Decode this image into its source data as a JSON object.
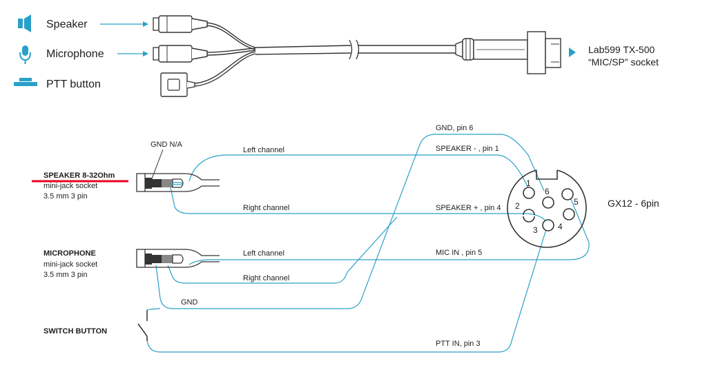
{
  "legend": {
    "speaker": "Speaker",
    "microphone": "Microphone",
    "ptt": "PTT button",
    "icons": [
      "speaker-icon",
      "microphone-icon",
      "ptt-button-icon"
    ]
  },
  "target": {
    "line1": "Lab599 TX-500",
    "line2": "“MIC/SP” socket"
  },
  "speaker_jack": {
    "title": "SPEAKER 8-32Ohm",
    "line1": "mini-jack socket",
    "line2": "3.5 mm 3 pin",
    "gnd": "GND N/A",
    "left": "Left channel",
    "right": "Right channel"
  },
  "mic_jack": {
    "title": "MICROPHONE",
    "line1": "mini-jack socket",
    "line2": "3.5 mm 3 pin",
    "left": "Left channel",
    "right": "Right channel",
    "gnd": "GND"
  },
  "switch": {
    "title": "SWITCH BUTTON"
  },
  "pin_labels": {
    "gnd": "GND, pin 6",
    "spk_minus": "SPEAKER - , pin 1",
    "spk_plus": "SPEAKER + , pin 4",
    "mic_in": "MIC IN , pin 5",
    "ptt_in": "PTT IN, pin 3"
  },
  "connector": {
    "name": "GX12 - 6pin",
    "pins": [
      "1",
      "2",
      "3",
      "4",
      "5",
      "6"
    ]
  },
  "colors": {
    "wire": "#2aa0c8",
    "accent": "#2aa0c8",
    "highlight": "#e8001c",
    "text": "#1d1d1b"
  }
}
